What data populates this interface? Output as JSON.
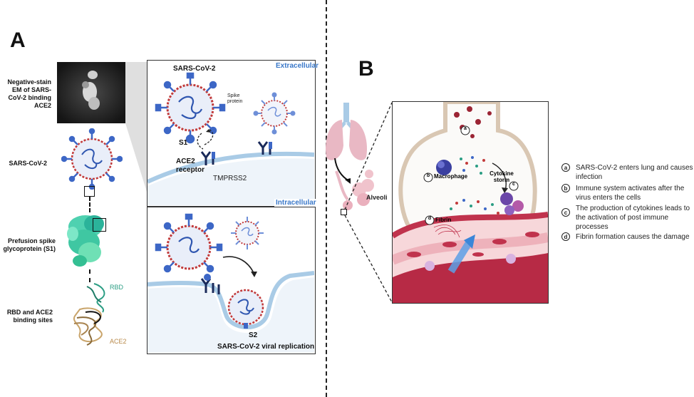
{
  "panel_a": {
    "letter": "A",
    "left_labels": {
      "em": "Negative-stain EM of SARS-CoV-2 binding ACE2",
      "virus": "SARS-CoV-2",
      "spike": "Prefusion spike glycoprotein (S1)",
      "rbd_ace2": "RBD and ACE2 binding sites",
      "rbd": "RBD",
      "ace2": "ACE2"
    },
    "extracellular": {
      "region": "Extracellular",
      "virus_title": "SARS-CoV-2",
      "spike_protein": "Spike protein",
      "s1": "S1",
      "receptor": "ACE2 receptor",
      "tmprss2": "TMPRSS2"
    },
    "intracellular": {
      "region": "Intracellular",
      "s2": "S2",
      "caption": "SARS-CoV-2 viral replication"
    }
  },
  "panel_b": {
    "letter": "B",
    "alveoli": "Alveoli",
    "inner": {
      "a_badge": "a",
      "b_badge": "b",
      "macrophage": "Macrophage",
      "cytokine_storm": "Cytokine storm",
      "c_badge": "c",
      "d_badge": "d",
      "fibrin": "Fibrin"
    },
    "legend": [
      {
        "badge": "a",
        "text": "SARS-CoV-2 enters lung and causes infection"
      },
      {
        "badge": "b",
        "text": "Immune system activates after the virus enters the cells"
      },
      {
        "badge": "c",
        "text": "The production of cytokines leads to the activation of post immune processes"
      },
      {
        "badge": "d",
        "text": "Fibrin formation causes the damage"
      }
    ]
  },
  "colors": {
    "virus_body": "#e9eef9",
    "virus_spike": "#3d67c6",
    "virus_red": "#c23a3a",
    "cell_membrane": "#a9cbe6",
    "vessel": "#c0334d",
    "alveolus": "#eadccf",
    "macrophage": "#3a3fa0"
  }
}
